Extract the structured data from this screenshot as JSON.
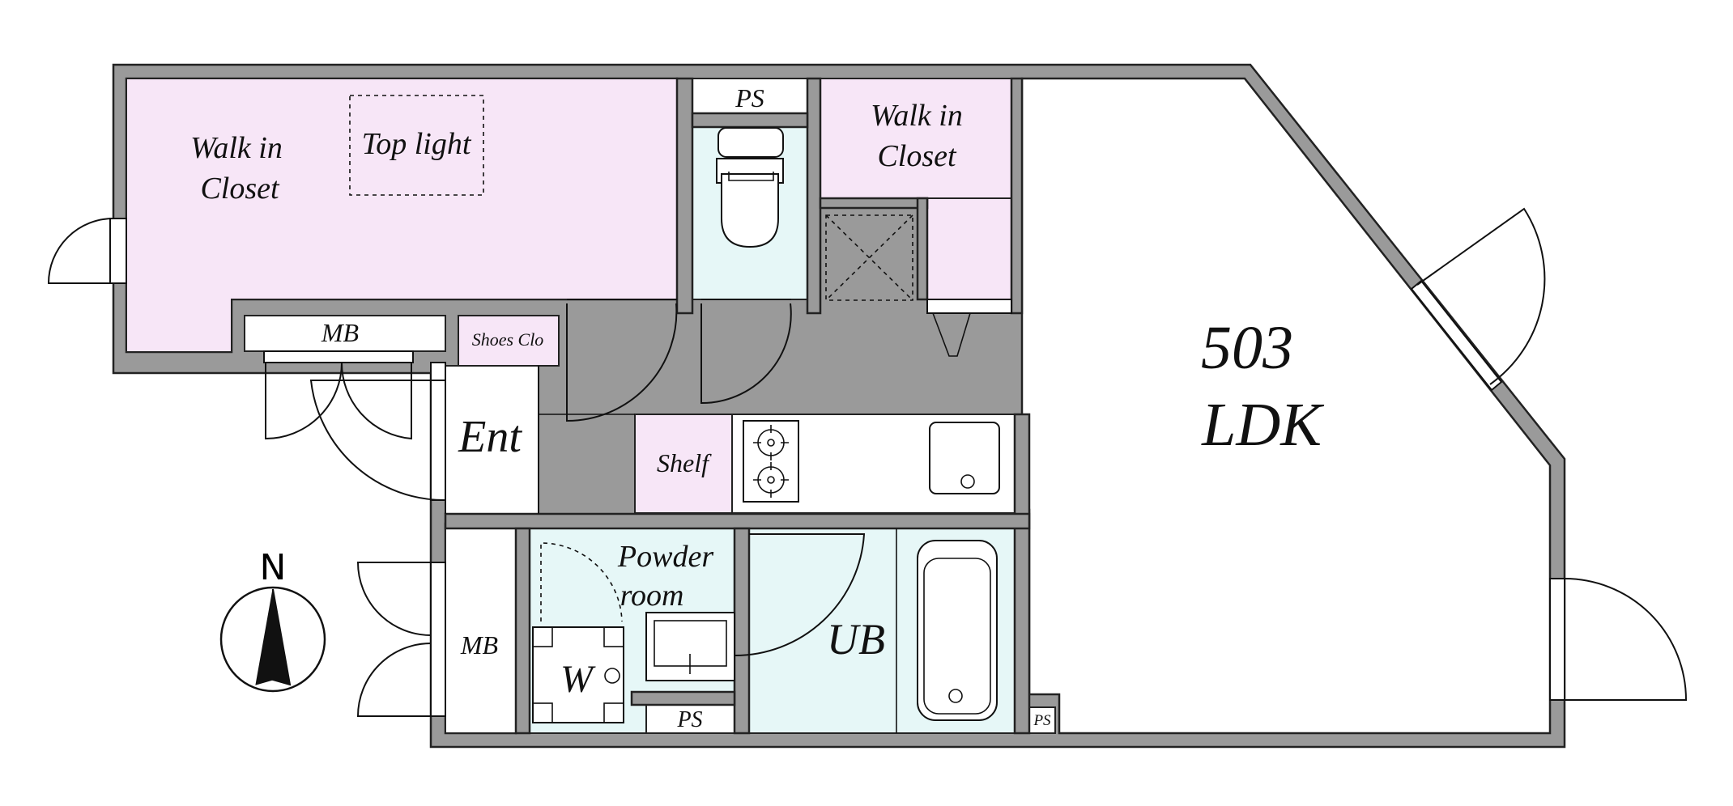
{
  "plan": {
    "unit_number": "503",
    "unit_type": "LDK",
    "rooms": {
      "walk_in_closet_large": {
        "line1": "Walk in",
        "line2": "Closet"
      },
      "top_light": "Top light",
      "ps_top": "PS",
      "walk_in_closet_small": {
        "line1": "Walk in",
        "line2": "Closet"
      },
      "mb_top": "MB",
      "shoes_closet": "Shoes Clo",
      "entrance": "Ent",
      "shelf": "Shelf",
      "powder_room": {
        "line1": "Powder",
        "line2": "room"
      },
      "washer": "W",
      "mb_left": "MB",
      "unit_bath": "UB",
      "ps_bottom": "PS",
      "ps_small": "PS"
    },
    "compass": {
      "label": "N"
    },
    "colors": {
      "wall": "#9a9a9a",
      "closet": "#f7e6f7",
      "wet_area": "#e6f7f7"
    }
  }
}
